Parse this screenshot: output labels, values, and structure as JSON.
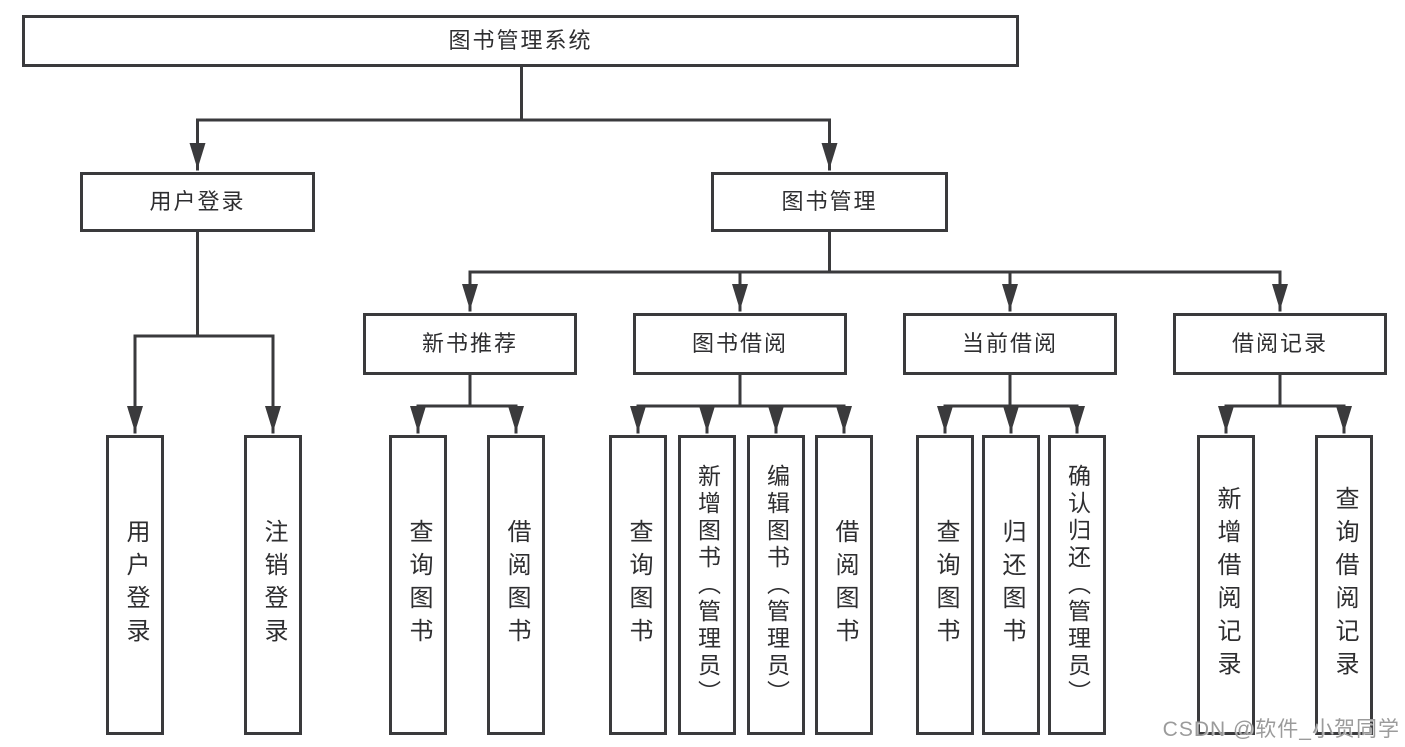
{
  "diagram_type": "hierarchy-chart",
  "tree": {
    "root": {
      "label": "图书管理系统"
    },
    "branches": [
      {
        "label": "用户登录",
        "children": [
          "用户登录",
          "注销登录"
        ]
      },
      {
        "label": "图书管理",
        "groups": [
          {
            "label": "新书推荐",
            "children": [
              "查询图书",
              "借阅图书"
            ]
          },
          {
            "label": "图书借阅",
            "children": [
              "查询图书",
              "新增图书（管理员）",
              "编辑图书（管理员）",
              "借阅图书"
            ]
          },
          {
            "label": "当前借阅",
            "children": [
              "查询图书",
              "归还图书",
              "确认归还（管理员）"
            ]
          },
          {
            "label": "借阅记录",
            "children": [
              "新增借阅记录",
              "查询借阅记录"
            ]
          }
        ]
      }
    ]
  },
  "watermark": "CSDN @软件_小贺同学",
  "colors": {
    "line": "#3a3a3c",
    "text": "#2e2e30",
    "box_bg": "#ffffff",
    "watermark": "#9b9b9b"
  }
}
